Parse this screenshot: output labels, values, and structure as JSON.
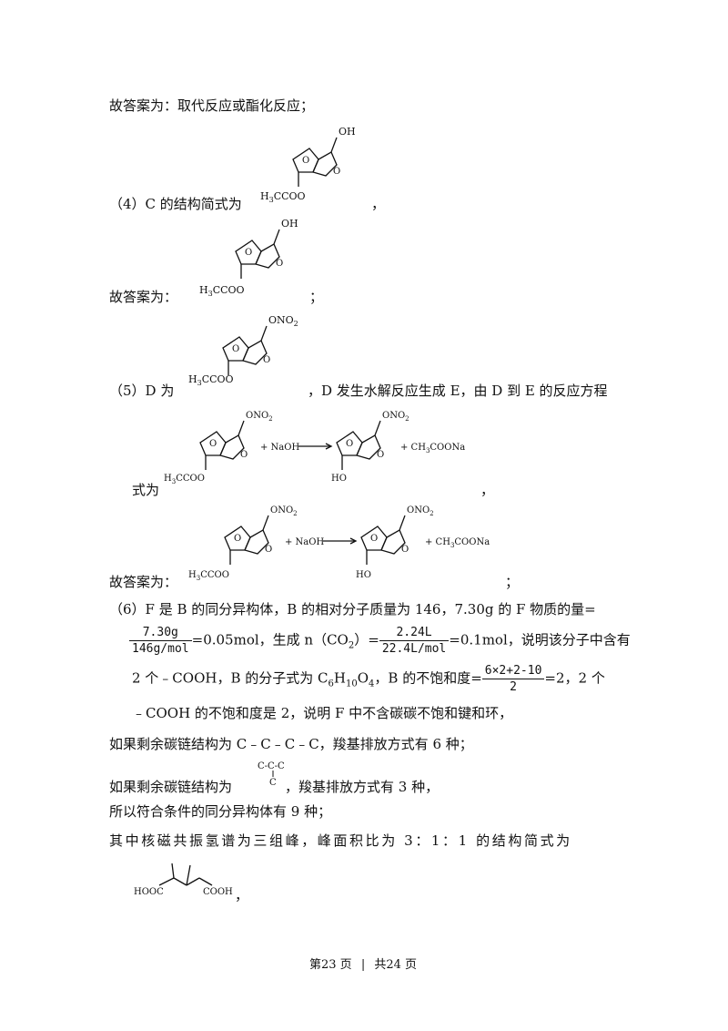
{
  "lines": {
    "l1": "故答案为：取代反应或酯化反应；",
    "l2_prefix": "（4）C 的结构简式为",
    "comma": "，",
    "semicolon": "；",
    "answer_prefix": "故答案为：",
    "l5_prefix": "（5）D 为",
    "l5_suffix": "，D 发生水解反应生成 E，由 D 到 E 的反应方程",
    "l6_prefix": "式为",
    "l8a": "（6）F 是 B 的同分异构体，B 的相对分子质量为 146，7.30g 的 F 物质的量=",
    "frac1_num": "7.30g",
    "frac1_den": "146g/mol",
    "l9_mid": "=0.05mol，生成 n（CO",
    "l9_sub": "2",
    "l9_mid2": "）=",
    "frac2_num": "2.24L",
    "frac2_den": "22.4L/mol",
    "l9_end": "=0.1mol，说明该分子中含有",
    "l10a": "2 个﹣COOH，B 的分子式为 C",
    "l10_c": "6",
    "l10_h": "H",
    "l10_hsub": "10",
    "l10_o": "O",
    "l10_osub": "4",
    "l10b": "，B 的不饱和度=",
    "frac3_num": "6×2+2-10",
    "frac3_den": "2",
    "l10c": "=2，2 个",
    "l11": "﹣COOH 的不饱和度是 2，说明 F 中不含碳碳不饱和键和环，",
    "l12": "如果剩余碳链结构为 C﹣C﹣C﹣C，羧基排放方式有 6 种；",
    "l13_prefix": "如果剩余碳链结构为",
    "l13_suffix": "，羧基排放方式有 3 种，",
    "l14": "所以符合条件的同分异构体有 9 种；",
    "l15": "其中核磁共振氢谱为三组峰，峰面积比为 3：1：1 的结构简式为"
  },
  "labels": {
    "oh": "OH",
    "ono2": "ONO",
    "ono2_sub": "2",
    "ho": "HO",
    "h3ccoo": "H",
    "h3ccoo_sub": "3",
    "h3ccoo_rest": "CCOO",
    "naoh": "+ NaOH",
    "product": "+ CH",
    "product_sub": "3",
    "product_rest": "COONa",
    "chain_top": "C-C-C",
    "chain_bottom": "C",
    "hooc": "HOOC",
    "cooh": "COOH"
  },
  "footer": {
    "page": "第23 页",
    "sep": "|",
    "total": "共24 页"
  }
}
